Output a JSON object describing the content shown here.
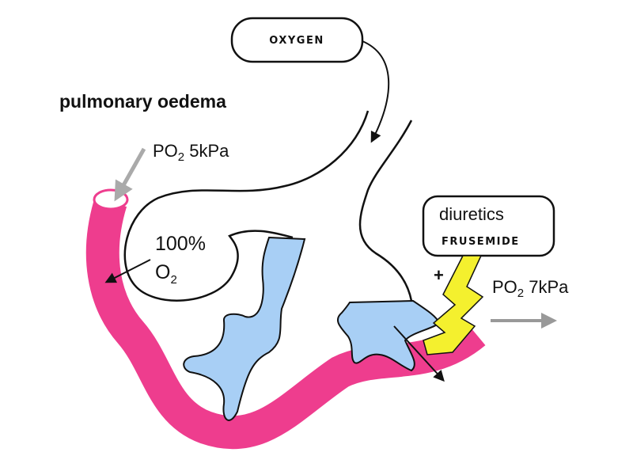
{
  "title": "pulmonary oedema",
  "oxygen_box": {
    "label": "OXYGEN"
  },
  "inflow": {
    "label": "PO",
    "subscript": "2",
    "value": "5kPa"
  },
  "alveolus_gas": {
    "percent": "100%",
    "gas": "O",
    "subscript": "2"
  },
  "drug_box": {
    "line1": "diuretics",
    "line2": "FRUSEMIDE"
  },
  "plus_sign": "+",
  "outflow": {
    "label": "PO",
    "subscript": "2",
    "value": "7kPa"
  },
  "colors": {
    "capillary": "#ee3d8e",
    "fluid": "#a8cff5",
    "lightning": "#f4f02e",
    "outflow_arrow": "#999999",
    "inflow_arrow": "#aaaaaa"
  }
}
